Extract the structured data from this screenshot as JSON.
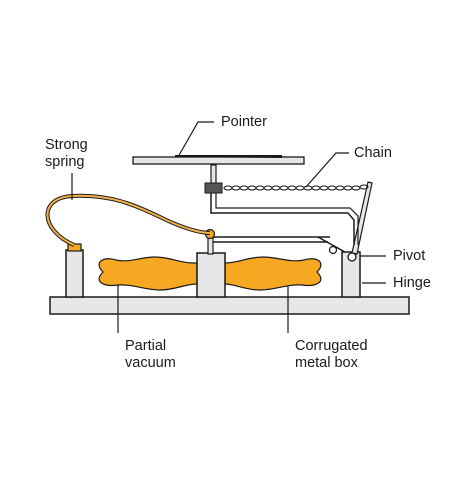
{
  "diagram": {
    "labels": {
      "pointer": "Pointer",
      "chain": "Chain",
      "strong_spring": [
        "Strong",
        "spring"
      ],
      "pivot": "Pivot",
      "hinge": "Hinge",
      "partial_vacuum": [
        "Partial",
        "vacuum"
      ],
      "corrugated_metal_box": [
        "Corrugated",
        "metal box"
      ]
    },
    "colors": {
      "outline": "#1a1a1a",
      "metal_fill": "#e6e7e8",
      "vacuum_fill": "#f7a823",
      "spring_fill": "#f2b24a",
      "pivot_fill": "#ffffff",
      "hinge_fill": "#f7a823"
    }
  }
}
